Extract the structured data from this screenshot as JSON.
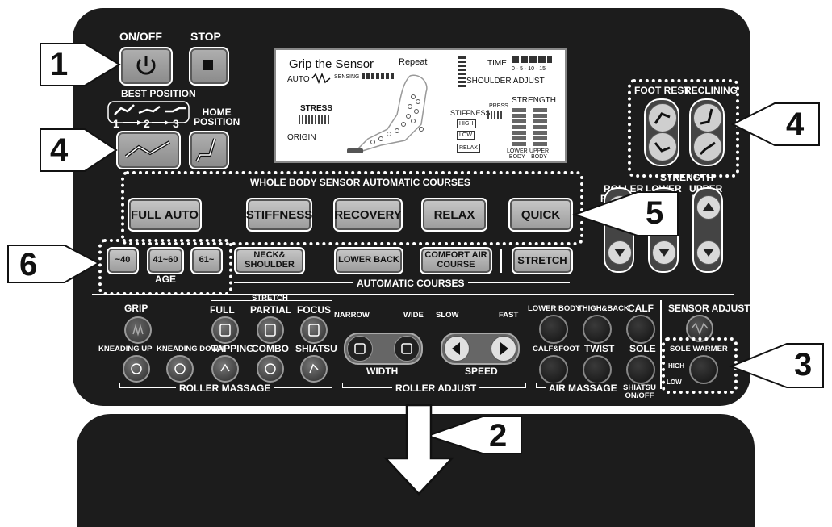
{
  "buttons": {
    "on_off": "ON/OFF",
    "stop": "STOP",
    "best_position": "BEST POSITION",
    "best_steps": [
      "1",
      "2",
      "3"
    ],
    "home_position": "HOME\nPOSITION",
    "foot_rest": "FOOT REST",
    "reclining": "RECLINING"
  },
  "lcd": {
    "grip_sensor": "Grip the Sensor",
    "repeat": "Repeat",
    "auto": "AUTO",
    "sensing": "SENSING",
    "time": "TIME",
    "time_scale": "0 · 5 · 10 · 15",
    "shoulder_adjust": "SHOULDER ADJUST",
    "stress": "STRESS",
    "origin": "ORIGIN",
    "stiffness": "STIFFNESS",
    "press": "PRESS.",
    "strength": "STRENGTH",
    "levels": [
      "HIGH",
      "LOW",
      "RELAX"
    ],
    "lower_body": "LOWER\nBODY",
    "upper_body": "UPPER\nBODY"
  },
  "auto_courses": {
    "title": "WHOLE BODY SENSOR AUTOMATIC COURSES",
    "items": [
      "FULL AUTO",
      "STIFFNESS",
      "RECOVERY",
      "RELAX",
      "QUICK"
    ]
  },
  "strength_controls": {
    "strength": "STRENGTH",
    "roller_position": "ROLLER\nPOSITION",
    "lower_body": "LOWER\nBODY",
    "upper_body": "UPPER\nBODY"
  },
  "age": {
    "title": "AGE",
    "items": [
      "~40",
      "41~60",
      "61~"
    ]
  },
  "automatic_courses": {
    "title": "AUTOMATIC COURSES",
    "items": [
      "NECK&\nSHOULDER",
      "LOWER BACK",
      "COMFORT AIR\nCOURSE"
    ],
    "stretch": "STRETCH"
  },
  "roller_massage": {
    "title": "ROLLER MASSAGE",
    "grip": "GRIP",
    "stretch_header": "STRETCH",
    "stretch_items": [
      "FULL",
      "PARTIAL",
      "FOCUS"
    ],
    "items": [
      "KNEADING UP",
      "KNEADING DOWN",
      "TAPPING",
      "COMBO",
      "SHIATSU"
    ]
  },
  "roller_adjust": {
    "title": "ROLLER ADJUST",
    "narrow": "NARROW",
    "wide": "WIDE",
    "width": "WIDTH",
    "slow": "SLOW",
    "fast": "FAST",
    "speed": "SPEED"
  },
  "air_massage": {
    "title": "AIR MASSAGE",
    "items": [
      "LOWER BODY",
      "THIGH&BACK",
      "CALF",
      "CALF&FOOT",
      "TWIST",
      "SOLE"
    ],
    "shiatsu_on_off": "SHIATSU\nON/OFF"
  },
  "sensor_adjust": "SENSOR ADJUST",
  "sole_warmer": {
    "title": "SOLE WARMER",
    "high": "HIGH",
    "low": "LOW"
  },
  "callouts": [
    "1",
    "4",
    "4",
    "5",
    "6",
    "2",
    "3"
  ]
}
